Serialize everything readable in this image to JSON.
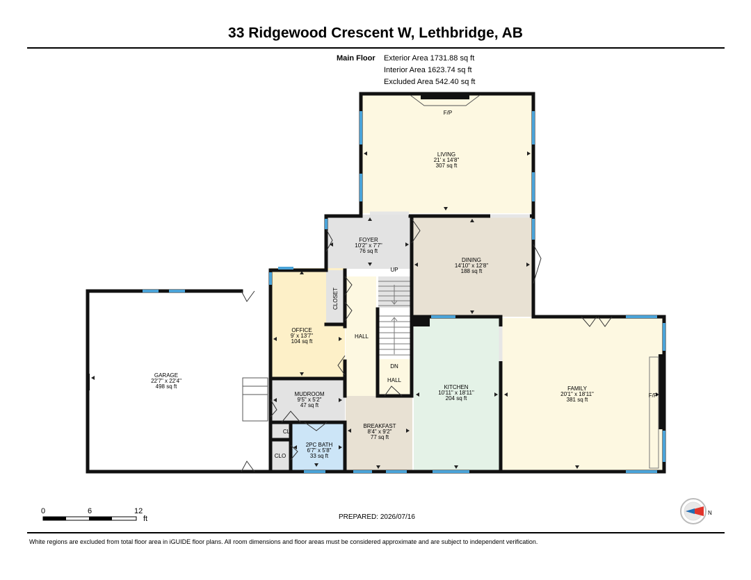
{
  "title": "33 Ridgewood Crescent W, Lethbridge, AB",
  "floor": {
    "name": "Main Floor",
    "areas": [
      "Exterior Area 1731.88 sq ft",
      "Interior Area 1623.74 sq ft",
      "Excluded Area 542.40 sq ft"
    ]
  },
  "rooms": {
    "living": {
      "name": "LIVING",
      "dims": "21' x 14'8\"",
      "area": "307 sq ft",
      "color": "#fdf8e1"
    },
    "foyer": {
      "name": "FOYER",
      "dims": "10'2\" x 7'7\"",
      "area": "76 sq ft",
      "color": "#e3e3e3"
    },
    "dining": {
      "name": "DINING",
      "dims": "14'10\" x 12'8\"",
      "area": "188 sq ft",
      "color": "#e8e1d3"
    },
    "office": {
      "name": "OFFICE",
      "dims": "9' x 13'7\"",
      "area": "104 sq ft",
      "color": "#fdf0c8"
    },
    "garage": {
      "name": "GARAGE",
      "dims": "22'7\" x 22'4\"",
      "area": "498 sq ft",
      "color": "#ffffff"
    },
    "mudroom": {
      "name": "MUDROOM",
      "dims": "9'5\" x 5'2\"",
      "area": "47 sq ft",
      "color": "#e3e3e3"
    },
    "bath": {
      "name": "2PC BATH",
      "dims": "6'7\" x 5'8\"",
      "area": "33 sq ft",
      "color": "#cce5f7"
    },
    "breakfast": {
      "name": "BREAKFAST",
      "dims": "8'4\" x 9'2\"",
      "area": "77 sq ft",
      "color": "#e8e1d3"
    },
    "kitchen": {
      "name": "KITCHEN",
      "dims": "10'11\" x 18'11\"",
      "area": "204 sq ft",
      "color": "#e4f2e7"
    },
    "family": {
      "name": "FAMILY",
      "dims": "20'1\" x 18'11\"",
      "area": "381 sq ft",
      "color": "#fdf8e1"
    }
  },
  "labels": {
    "fp_living": "F/P",
    "fp_family": "F/P",
    "closet": "CLOSET",
    "hall": "HALL",
    "hall2": "HALL",
    "up": "UP",
    "dn": "DN",
    "cl": "CL",
    "clo": "CLO"
  },
  "scale": {
    "ticks": [
      "0",
      "6",
      "12"
    ],
    "unit": "ft"
  },
  "compass": {
    "label": "N"
  },
  "prepared": "PREPARED: 2026/07/16",
  "footer": "White regions are excluded from total floor area in iGUIDE floor plans. All room dimensions and floor areas must be considered approximate and are subject to independent verification.",
  "colors": {
    "wall": "#111111",
    "window": "#4aa3d8",
    "hall": "#fdf8e1"
  }
}
